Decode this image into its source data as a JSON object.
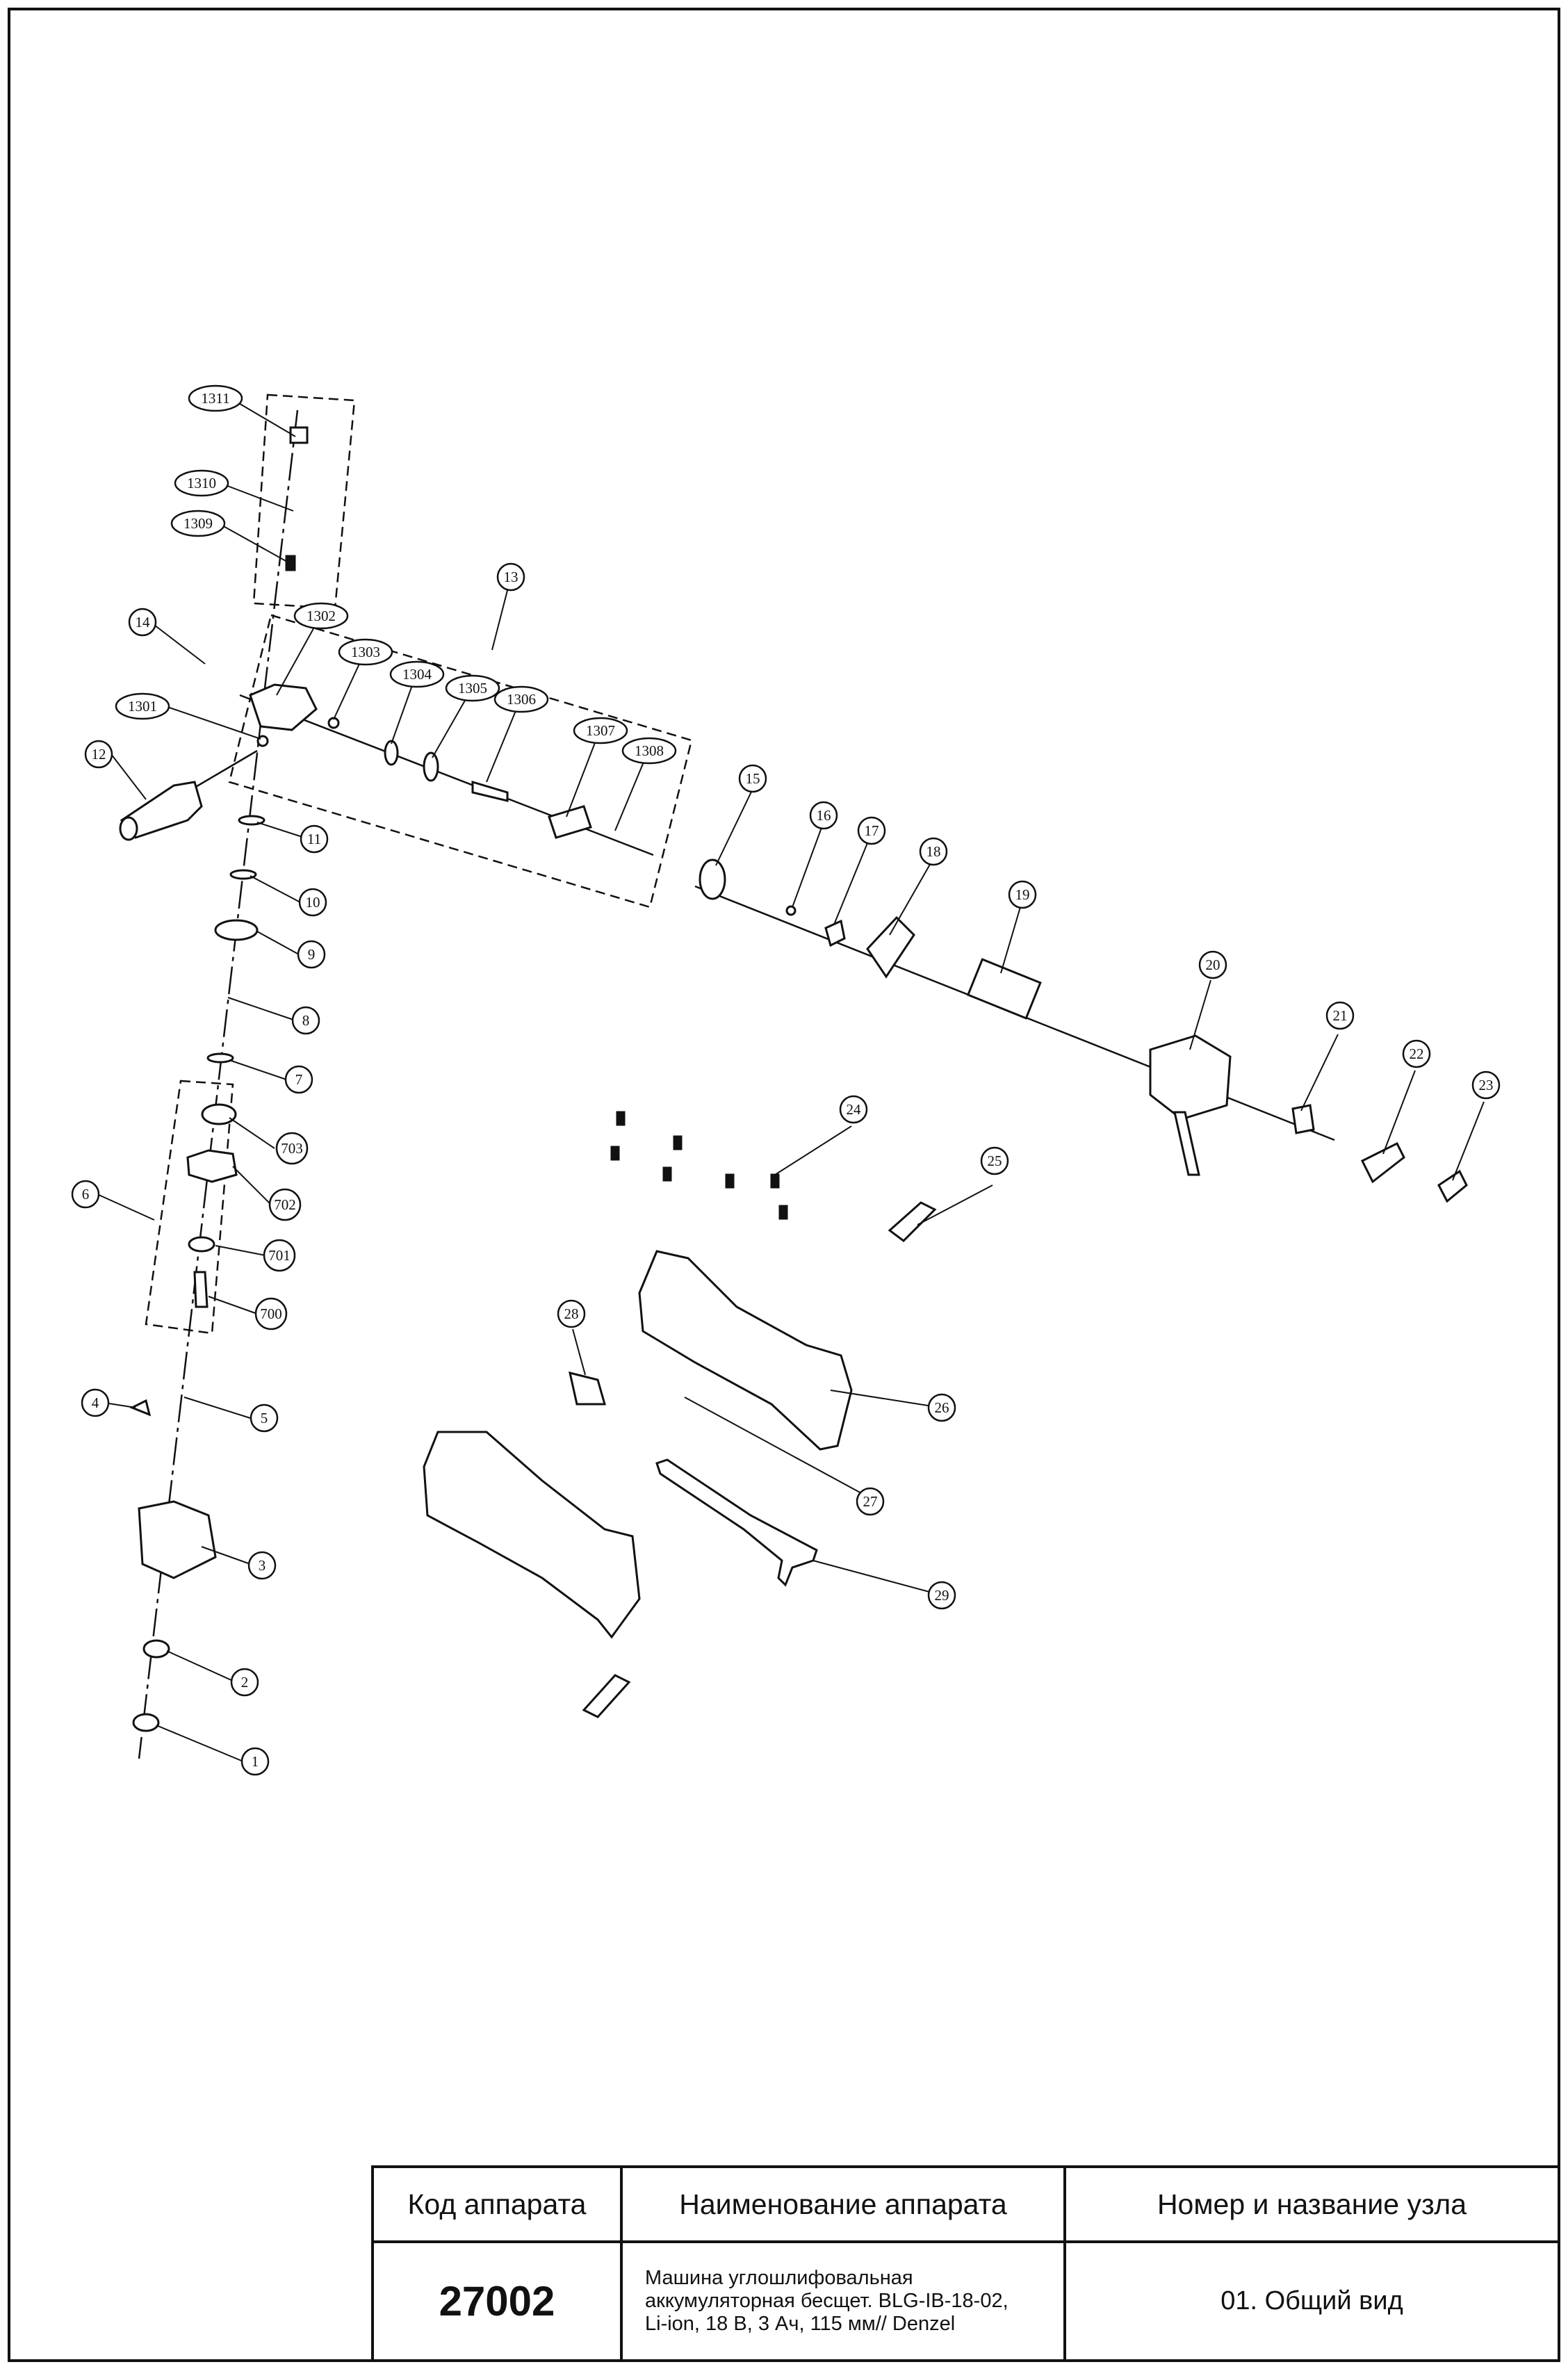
{
  "title_block": {
    "col1_header": "Код аппарата",
    "col2_header": "Наименование аппарата",
    "col3_header": "Номер и название узла",
    "code": "27002",
    "name": "Машина углошлифовальная\nаккумуляторная бесщет. BLG-IB-18-02,\nLi-ion, 18 В, 3 Ач, 115 мм// Denzel",
    "unit": "01. Общий вид"
  },
  "callouts": [
    {
      "id": "c1311",
      "label": "1311",
      "shape": "ellipse"
    },
    {
      "id": "c1310",
      "label": "1310",
      "shape": "ellipse"
    },
    {
      "id": "c1309",
      "label": "1309",
      "shape": "ellipse"
    },
    {
      "id": "c1302",
      "label": "1302",
      "shape": "ellipse"
    },
    {
      "id": "c1303",
      "label": "1303",
      "shape": "ellipse"
    },
    {
      "id": "c1304",
      "label": "1304",
      "shape": "ellipse"
    },
    {
      "id": "c1305",
      "label": "1305",
      "shape": "ellipse"
    },
    {
      "id": "c1306",
      "label": "1306",
      "shape": "ellipse"
    },
    {
      "id": "c1307",
      "label": "1307",
      "shape": "ellipse"
    },
    {
      "id": "c1308",
      "label": "1308",
      "shape": "ellipse"
    },
    {
      "id": "c1301",
      "label": "1301",
      "shape": "ellipse"
    },
    {
      "id": "c13",
      "label": "13",
      "shape": "circle"
    },
    {
      "id": "c14",
      "label": "14",
      "shape": "circle"
    },
    {
      "id": "c12",
      "label": "12",
      "shape": "circle"
    },
    {
      "id": "c11",
      "label": "11",
      "shape": "circle"
    },
    {
      "id": "c10",
      "label": "10",
      "shape": "circle"
    },
    {
      "id": "c9",
      "label": "9",
      "shape": "circle"
    },
    {
      "id": "c8",
      "label": "8",
      "shape": "circle"
    },
    {
      "id": "c7",
      "label": "7",
      "shape": "circle"
    },
    {
      "id": "c703",
      "label": "703",
      "shape": "circle"
    },
    {
      "id": "c702",
      "label": "702",
      "shape": "circle"
    },
    {
      "id": "c701",
      "label": "701",
      "shape": "circle"
    },
    {
      "id": "c700",
      "label": "700",
      "shape": "circle"
    },
    {
      "id": "c6",
      "label": "6",
      "shape": "circle"
    },
    {
      "id": "c5",
      "label": "5",
      "shape": "circle"
    },
    {
      "id": "c4",
      "label": "4",
      "shape": "circle"
    },
    {
      "id": "c3",
      "label": "3",
      "shape": "circle"
    },
    {
      "id": "c2",
      "label": "2",
      "shape": "circle"
    },
    {
      "id": "c1",
      "label": "1",
      "shape": "circle"
    },
    {
      "id": "c15",
      "label": "15",
      "shape": "circle"
    },
    {
      "id": "c16",
      "label": "16",
      "shape": "circle"
    },
    {
      "id": "c17",
      "label": "17",
      "shape": "circle"
    },
    {
      "id": "c18",
      "label": "18",
      "shape": "circle"
    },
    {
      "id": "c19",
      "label": "19",
      "shape": "circle"
    },
    {
      "id": "c20",
      "label": "20",
      "shape": "circle"
    },
    {
      "id": "c21",
      "label": "21",
      "shape": "circle"
    },
    {
      "id": "c22",
      "label": "22",
      "shape": "circle"
    },
    {
      "id": "c23",
      "label": "23",
      "shape": "circle"
    },
    {
      "id": "c24",
      "label": "24",
      "shape": "circle"
    },
    {
      "id": "c25",
      "label": "25",
      "shape": "circle"
    },
    {
      "id": "c26",
      "label": "26",
      "shape": "circle"
    },
    {
      "id": "c27",
      "label": "27",
      "shape": "circle"
    },
    {
      "id": "c28",
      "label": "28",
      "shape": "circle"
    },
    {
      "id": "c29",
      "label": "29",
      "shape": "circle"
    }
  ]
}
